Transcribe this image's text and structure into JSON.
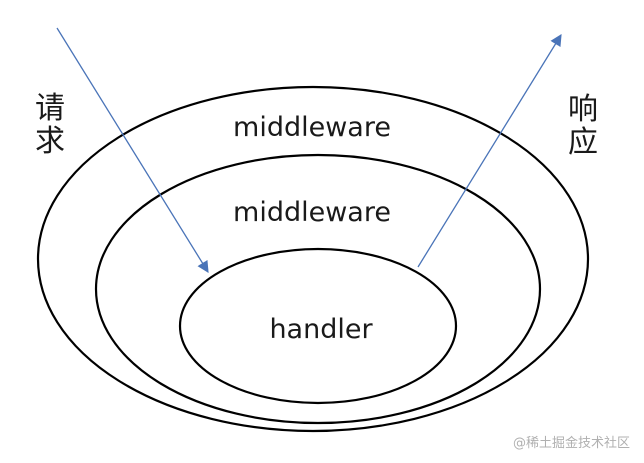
{
  "layers": {
    "outer": "middleware",
    "middle": "middleware",
    "inner": "handler"
  },
  "request": {
    "chars": [
      "请",
      "求"
    ]
  },
  "response": {
    "chars": [
      "响",
      "应"
    ]
  },
  "watermark": "@稀土掘金技术社区",
  "colors": {
    "stroke": "#000000",
    "arrow": "#4a74b8",
    "text": "#1a1a1a",
    "watermark": "#b0b0b0"
  }
}
